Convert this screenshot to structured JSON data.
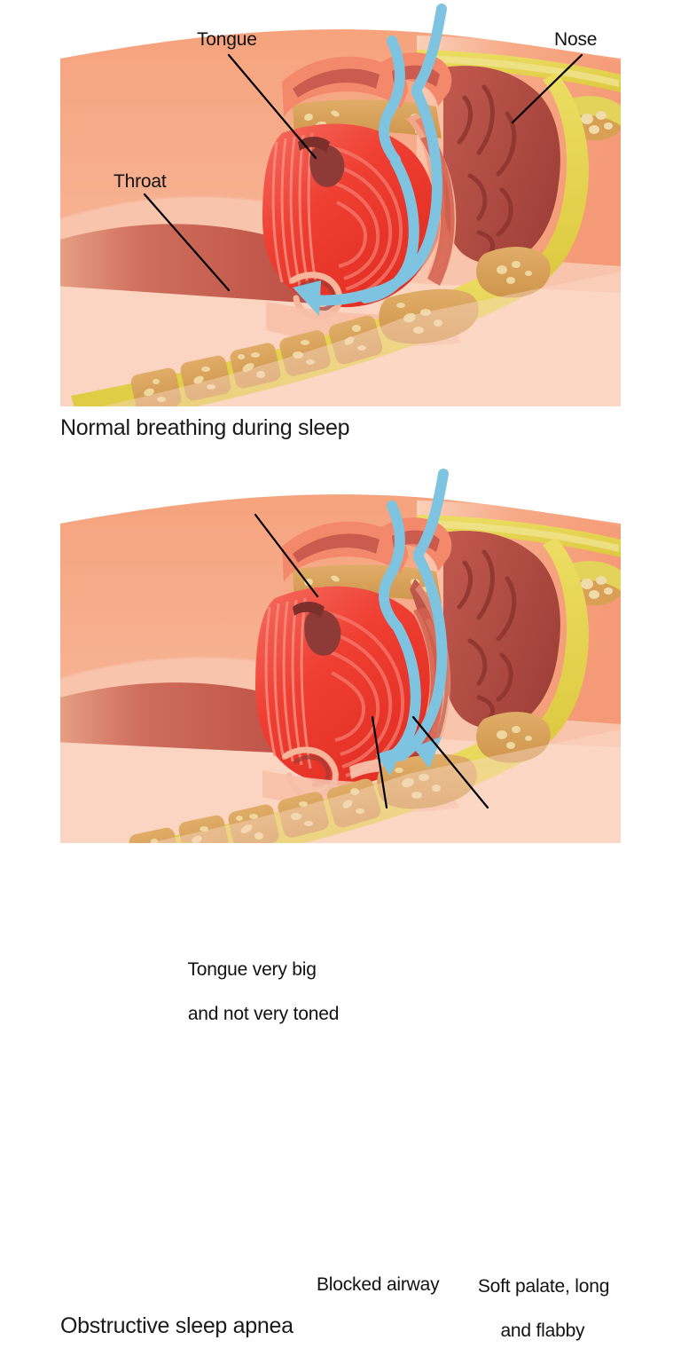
{
  "document": {
    "title": "Normal breathing during sleep vs. Obstructive sleep apnea",
    "type": "medical-anatomical-illustration",
    "background_color": "#ffffff"
  },
  "panels": [
    {
      "id": "normal",
      "caption": "Normal breathing during sleep",
      "labels": [
        {
          "id": "tongue",
          "text": "Tongue"
        },
        {
          "id": "nose",
          "text": "Nose"
        },
        {
          "id": "throat",
          "text": "Throat"
        }
      ],
      "airflow": {
        "direction": "into-throat",
        "arrow_count": 1,
        "description": "Open airway, air flows freely from nose down the throat"
      }
    },
    {
      "id": "apnea",
      "caption": "Obstructive sleep apnea",
      "labels": [
        {
          "id": "tongue-enlarged",
          "line1": "Tongue very big",
          "line2": "and not very toned"
        },
        {
          "id": "blocked-airway",
          "text": "Blocked airway"
        },
        {
          "id": "soft-palate",
          "line1": "Soft palate, long",
          "line2": "and flabby"
        }
      ],
      "airflow": {
        "direction": "blocked",
        "arrow_count": 2,
        "description": "Airway collapsed, airflow obstructed by tongue and soft palate"
      }
    }
  ],
  "colors": {
    "background": "#ffffff",
    "text": "#121212",
    "skin_light": "#fbd9c8",
    "skin_mid": "#f6a682",
    "skin_deep": "#f29070",
    "tissue_pink": "#f79c7d",
    "tissue_coral": "#f28d6e",
    "muscle_red": "#ef4136",
    "muscle_red_light": "#f4675a",
    "muscle_red_dark": "#c0392b",
    "mucosa_dark": "#b5534a",
    "mucosa_darker": "#8e3a36",
    "palate_red": "#c3544a",
    "bone_yellow": "#e8d84f",
    "bone_tan": "#d89f55",
    "bone_highlight": "#efd7a0",
    "airflow_blue": "#7ec4e0",
    "leader_line": "#000000"
  }
}
